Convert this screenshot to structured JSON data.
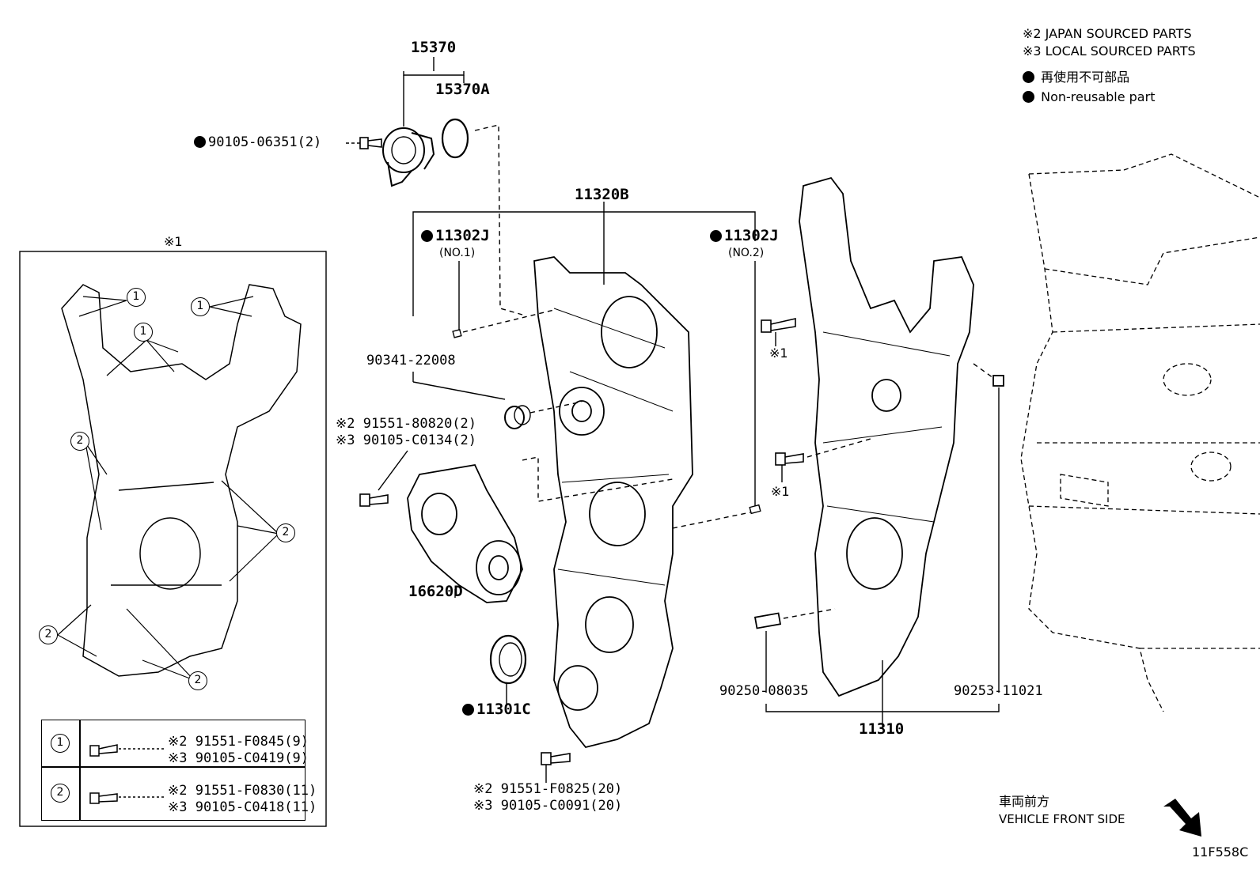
{
  "notes": {
    "japan": "※2 JAPAN SOURCED PARTS",
    "local": "※3 LOCAL SOURCED PARTS",
    "nonreusable_jp": "再使用不可部品",
    "nonreusable_en": "Non-reusable part"
  },
  "group_box_label": "※1",
  "parts": {
    "p15370": "15370",
    "p15370A": "15370A",
    "p90105_06351": "90105-06351(2)",
    "p11320B": "11320B",
    "p11302J_1": "11302J",
    "p11302J_1_sub": "(NO.1)",
    "p11302J_2": "11302J",
    "p11302J_2_sub": "(NO.2)",
    "p90341": "90341-22008",
    "p91551_80820": "※2 91551-80820(2)",
    "p90105_C0134": "※3 90105-C0134(2)",
    "p16620D": "16620D",
    "p11301C": "11301C",
    "p91551_F0825": "※2  91551-F0825(20)",
    "p90105_C0091": "※3  90105-C0091(20)",
    "p90250": "90250-08035",
    "p90253": "90253-11021",
    "p11310": "11310",
    "note_x1_a": "※1",
    "note_x1_b": "※1"
  },
  "legend": {
    "row1_num": "1",
    "row1_a": "※2 91551-F0845(9)",
    "row1_b": "※3 90105-C0419(9)",
    "row2_num": "2",
    "row2_a": "※2 91551-F0830(11)",
    "row2_b": "※3 90105-C0418(11)"
  },
  "callouts": [
    "1",
    "1",
    "1",
    "2",
    "2",
    "2",
    "2"
  ],
  "direction": {
    "jp": "車両前方",
    "en": "VEHICLE FRONT SIDE"
  },
  "figure_id": "11F558C"
}
